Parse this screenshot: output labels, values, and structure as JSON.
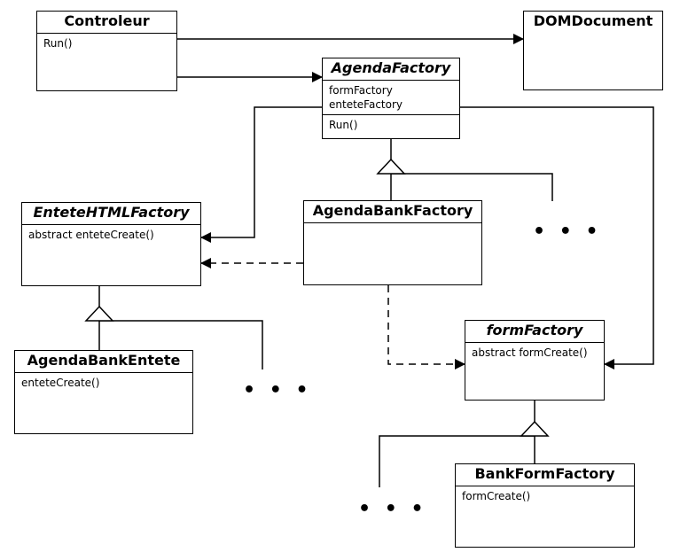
{
  "classes": {
    "controleur": {
      "name": "Controleur",
      "methods": [
        "Run()"
      ]
    },
    "domdocument": {
      "name": "DOMDocument"
    },
    "agendafactory": {
      "name": "AgendaFactory",
      "attributes": [
        "formFactory",
        "enteteFactory"
      ],
      "methods": [
        "Run()"
      ]
    },
    "entetehtmlfactory": {
      "name": "EnteteHTMLFactory",
      "methods": [
        "abstract enteteCreate()"
      ]
    },
    "agendabankfactory": {
      "name": "AgendaBankFactory"
    },
    "agendabankentete": {
      "name": "AgendaBankEntete",
      "methods": [
        "enteteCreate()"
      ]
    },
    "formfactory": {
      "name": "formFactory",
      "methods": [
        "abstract formCreate()"
      ]
    },
    "bankformfactory": {
      "name": "BankFormFactory",
      "methods": [
        "formCreate()"
      ]
    }
  },
  "ellipsis": "• • •",
  "line_color": "#000000"
}
